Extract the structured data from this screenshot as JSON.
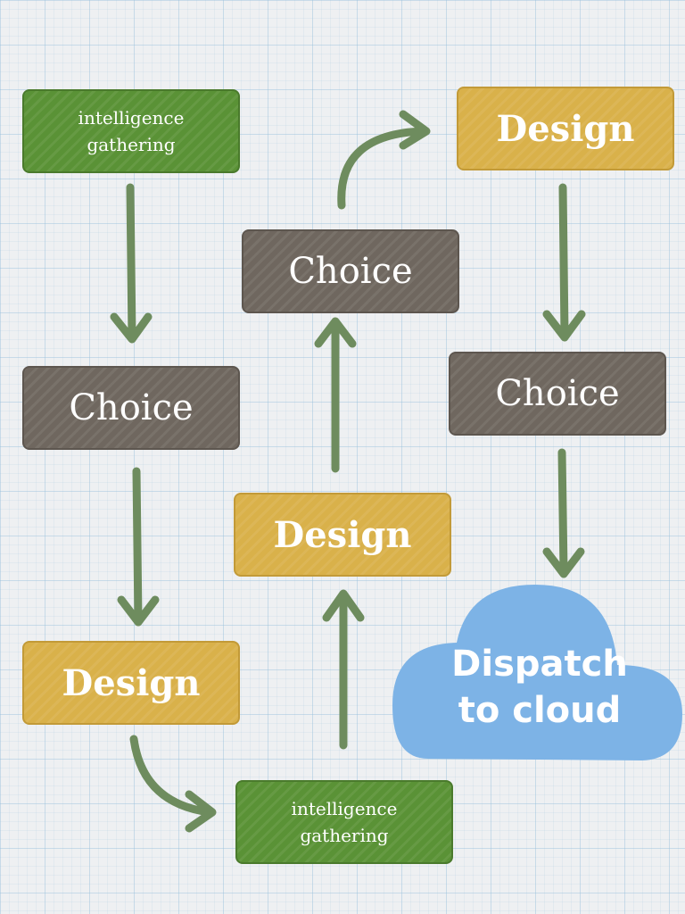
{
  "nodes": {
    "ig1": "intelligence gathering",
    "choice1": "Choice",
    "design1": "Design",
    "ig2": "intelligence gathering",
    "design2": "Design",
    "choice2": "Choice",
    "design3": "Design",
    "choice3": "Choice",
    "cloud_line1": "Dispatch",
    "cloud_line2": "to cloud"
  },
  "colors": {
    "green": "#5a9236",
    "gray": "#6f675f",
    "yellow": "#d9b14a",
    "cloud": "#7db3e6",
    "arrow": "#6e8c5e"
  }
}
